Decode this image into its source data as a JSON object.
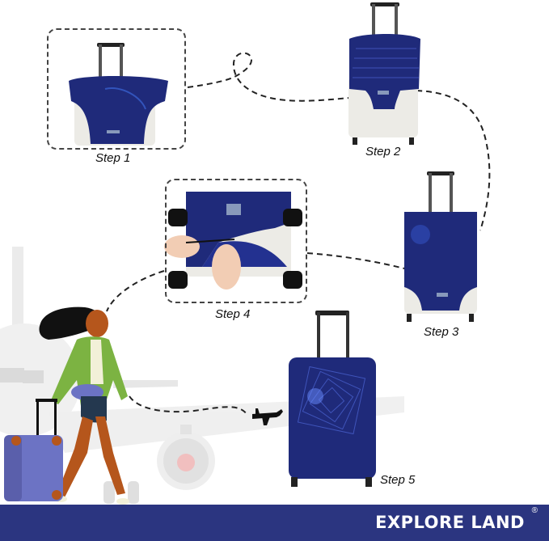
{
  "steps": [
    {
      "label": "Step 1"
    },
    {
      "label": "Step 2"
    },
    {
      "label": "Step 3"
    },
    {
      "label": "Step 4"
    },
    {
      "label": "Step 5"
    }
  ],
  "brand": {
    "name": "EXPLORE LAND",
    "registered": "®",
    "logo_icon": "mountain-icon"
  },
  "colors": {
    "cover_navy": "#1f2a7a",
    "footer_bg": "#2b3580",
    "suitcase_white": "#ecebe6",
    "jacket_green": "#7cb342",
    "skin": "#b5561c"
  }
}
